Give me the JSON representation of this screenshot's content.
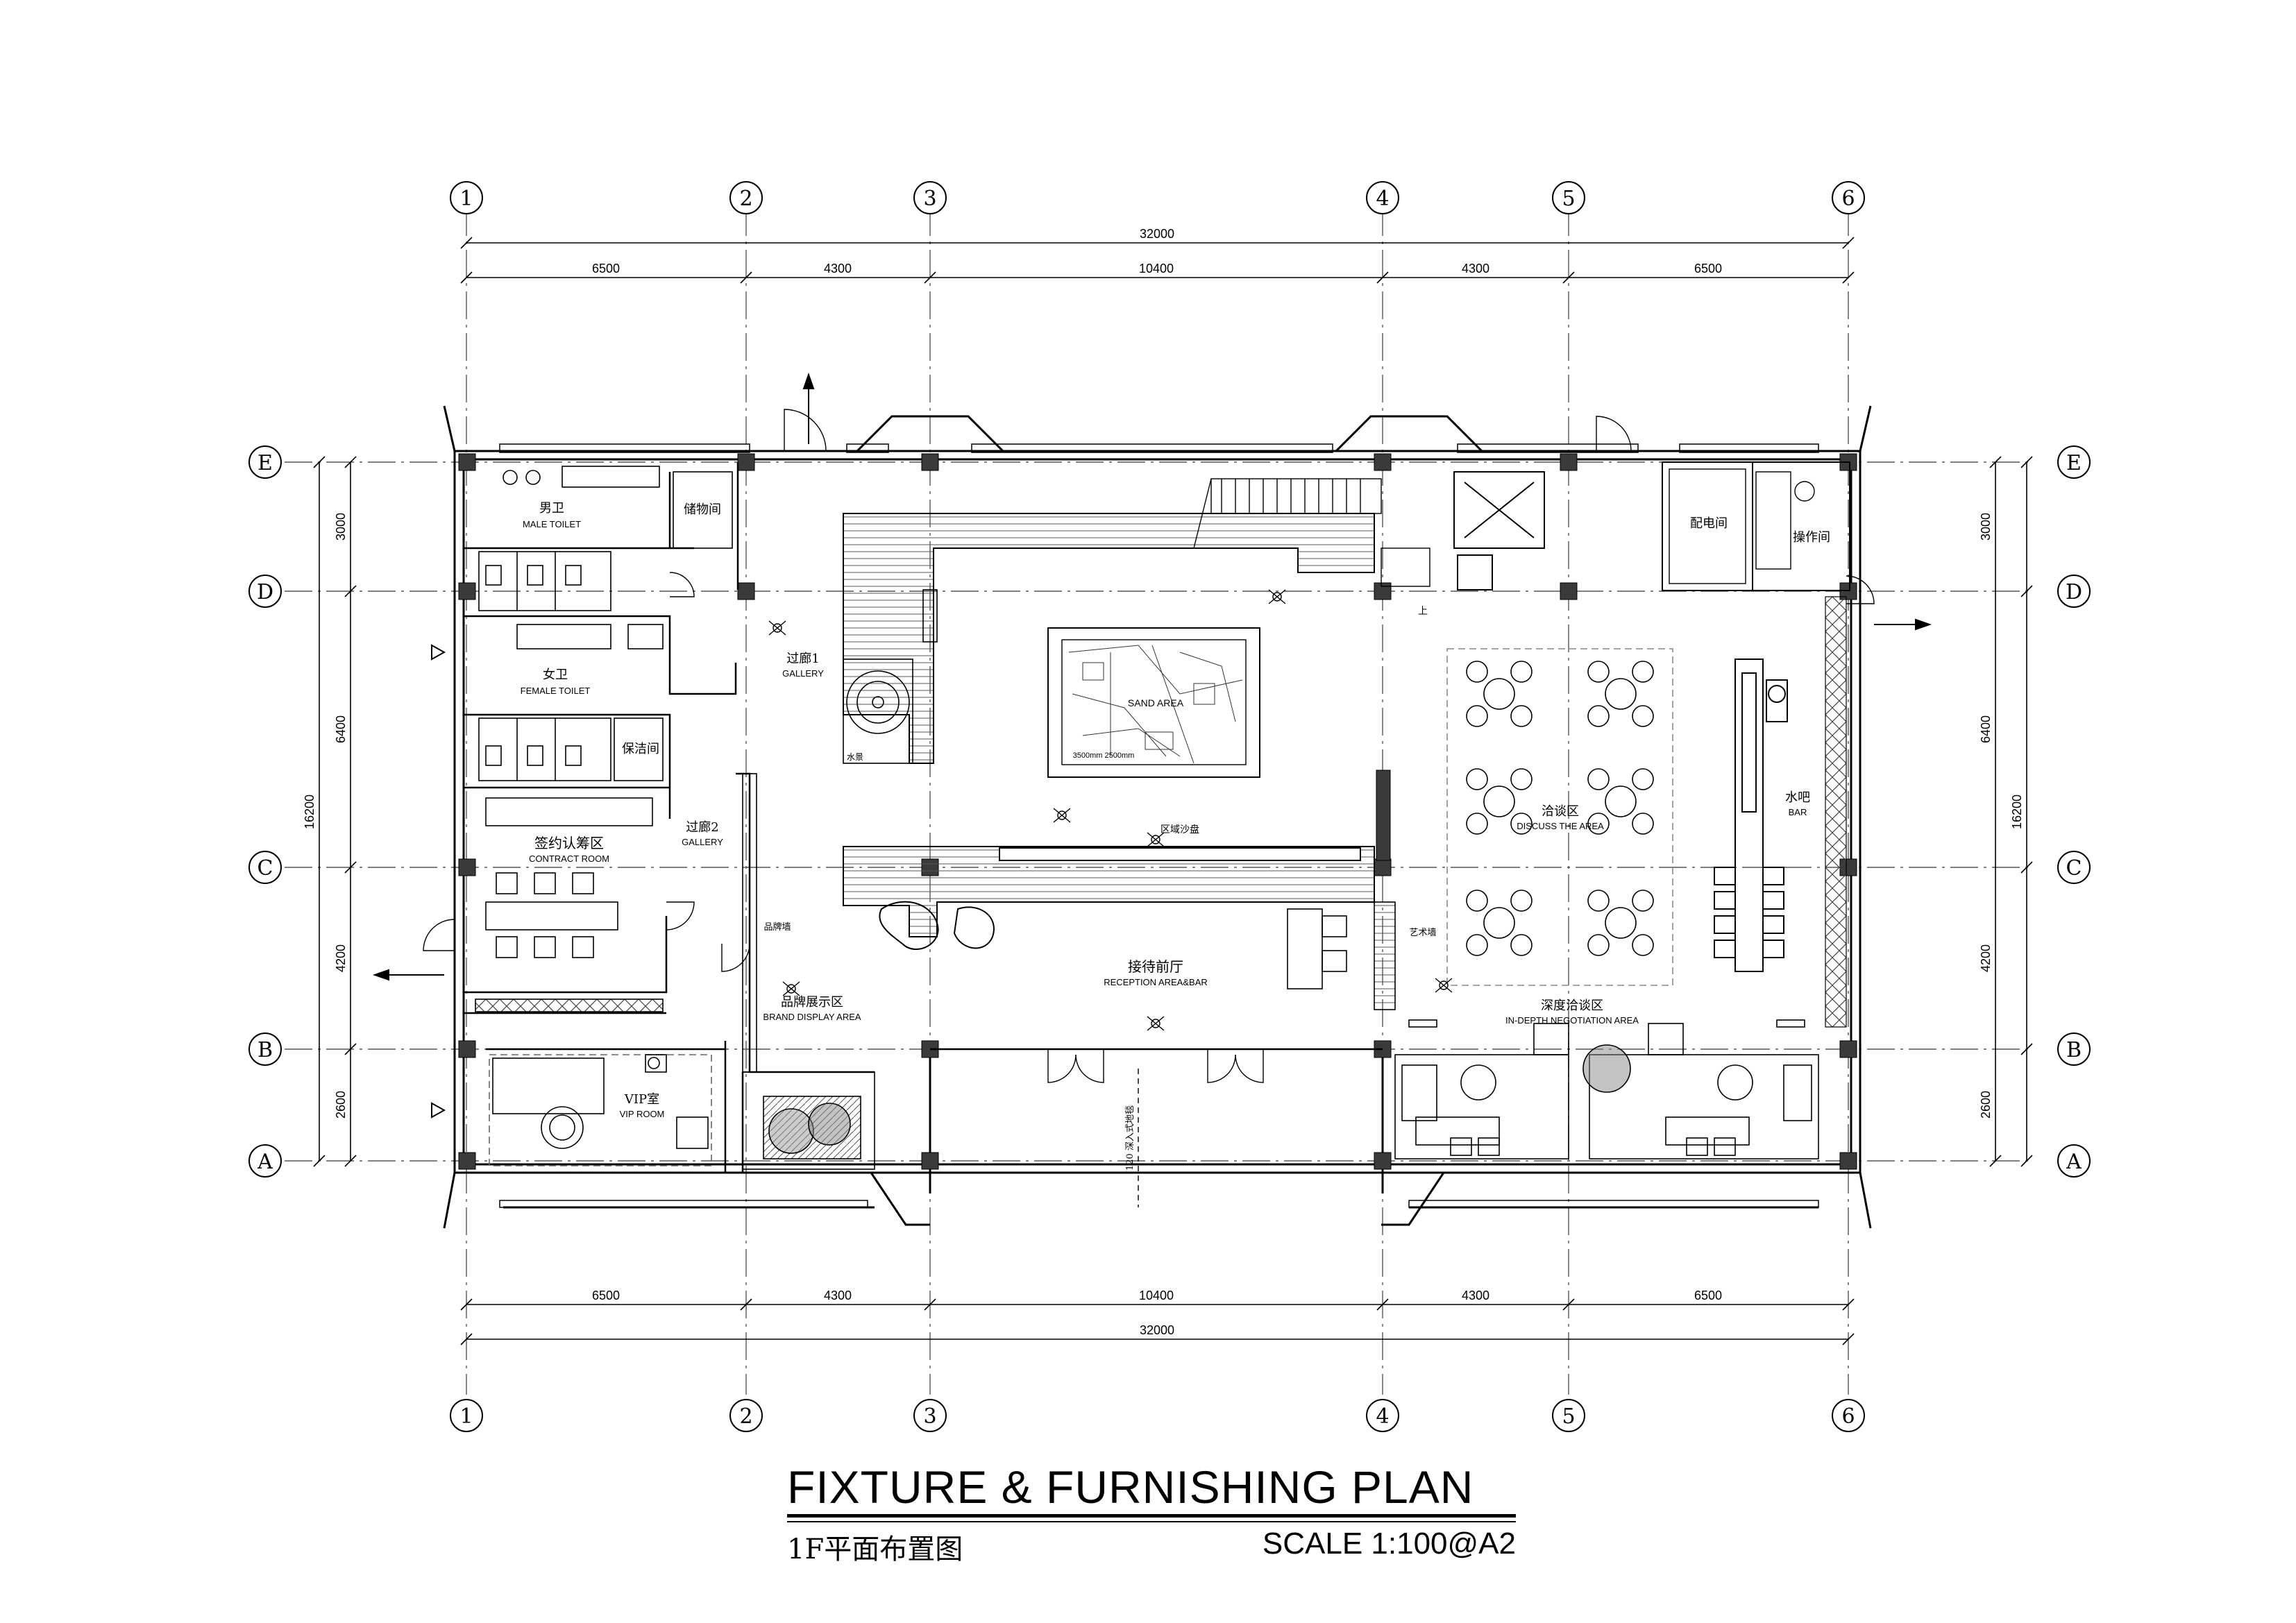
{
  "grid": {
    "columns": [
      "1",
      "2",
      "3",
      "4",
      "5",
      "6"
    ],
    "rows": [
      "E",
      "D",
      "C",
      "B",
      "A"
    ]
  },
  "dimensions": {
    "horizontal_total": "32000",
    "horizontal_spans": [
      "6500",
      "4300",
      "10400",
      "4300",
      "6500"
    ],
    "vertical_total": "16200",
    "vertical_spans": [
      "3000",
      "6400",
      "4200",
      "2600"
    ]
  },
  "rooms": {
    "male_toilet_cn": "男卫",
    "male_toilet_en": "MALE TOILET",
    "storage_cn": "储物间",
    "female_toilet_cn": "女卫",
    "female_toilet_en": "FEMALE TOILET",
    "cleaning_cn": "保洁间",
    "gallery1_cn": "过廊1",
    "gallery1_en": "GALLERY",
    "gallery2_cn": "过廊2",
    "gallery2_en": "GALLERY",
    "contract_cn": "签约认筹区",
    "contract_en": "CONTRACT ROOM",
    "sand_area_en": "SAND AREA",
    "sand_dims": "3500mm  2500mm",
    "model_label_cn": "区域沙盘",
    "reception_cn": "接待前厅",
    "reception_en": "RECEPTION AREA&BAR",
    "brand_cn": "品牌展示区",
    "brand_en": "BRAND DISPLAY AREA",
    "brand_wall_cn": "品牌墙",
    "art_wall_cn": "艺术墙",
    "vip_cn": "VIP室",
    "vip_en": "VIP ROOM",
    "power_cn": "配电间",
    "operation_cn": "操作间",
    "discuss_cn": "洽谈区",
    "discuss_en": "DISCUSS THE AREA",
    "bar_cn": "水吧",
    "bar_en": "BAR",
    "negotiation_cn": "深度洽谈区",
    "negotiation_en": "IN-DEPTH NEGOTIATION AREA",
    "water_cn": "水景",
    "up_label": "上",
    "entry_note": "120 深入式地毯"
  },
  "title": {
    "main": "FIXTURE & FURNISHING PLAN",
    "sub": "1F平面布置图",
    "scale": "SCALE  1:100@A2"
  },
  "colors": {
    "line": "#000000",
    "column_fill": "#3a3a3a",
    "hatch": "#555555",
    "dashed": "#888888"
  }
}
